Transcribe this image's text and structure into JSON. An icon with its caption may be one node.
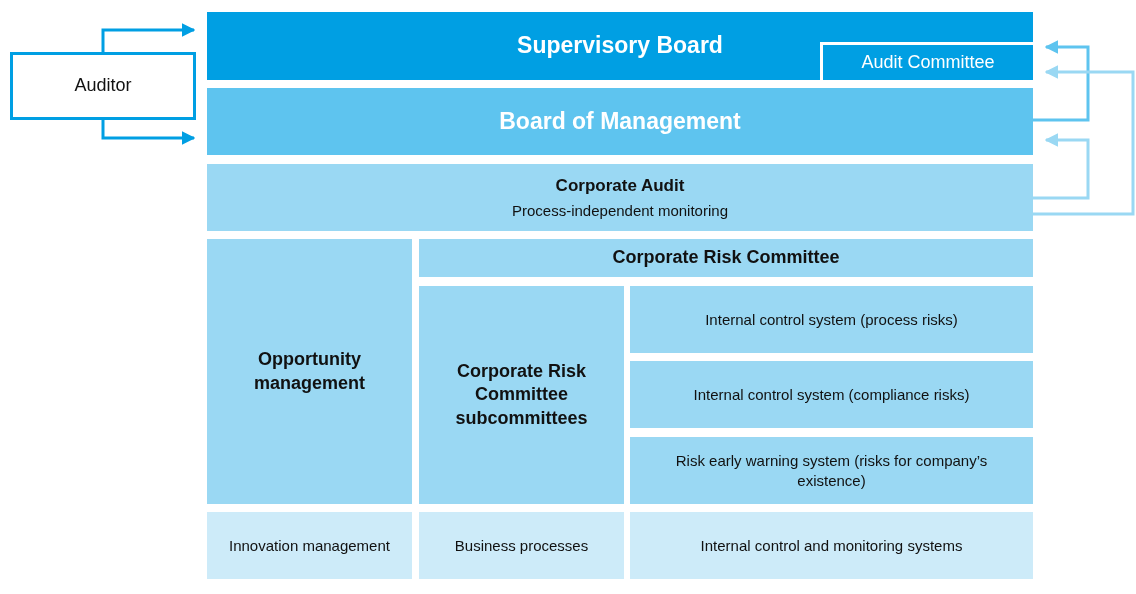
{
  "diagram": {
    "nodes": [
      {
        "text": [
          "Auditor"
        ]
      },
      {
        "text": [
          "Supervisory Board"
        ]
      },
      {
        "text": [
          "Audit Committee"
        ],
        "in": 1
      },
      {
        "text": [
          "Board of Management"
        ]
      },
      {
        "text": [
          "Corporate Audit",
          "Process-independent monitoring"
        ]
      },
      {
        "text": [
          "Opportunity management"
        ]
      },
      {
        "text": [
          "Corporate Risk Committee"
        ]
      },
      {
        "text": [
          "Corporate Risk Committee subcommittees"
        ]
      },
      {
        "text": [
          "Internal control system (process risks)"
        ]
      },
      {
        "text": [
          "Internal control system (compliance risks)"
        ]
      },
      {
        "text": [
          "Risk early warning system (risks for company’s existence)"
        ]
      },
      {
        "text": [
          "Innovation management"
        ]
      },
      {
        "text": [
          "Business processes"
        ]
      },
      {
        "text": [
          "Internal control and monitoring systems"
        ]
      }
    ],
    "edges": [
      {
        "from": 0,
        "to": 1,
        "arrow": "to",
        "color": "#009fe3"
      },
      {
        "from": 0,
        "to": 3,
        "arrow": "to",
        "color": "#009fe3"
      },
      {
        "from": 3,
        "to": 2,
        "arrow": "to",
        "color": "#5ec4ef"
      },
      {
        "from": 4,
        "to": 2,
        "arrow": "to",
        "color": "#9ad8f3"
      },
      {
        "from": 4,
        "to": 3,
        "arrow": "to",
        "color": "#9ad8f3"
      }
    ]
  }
}
